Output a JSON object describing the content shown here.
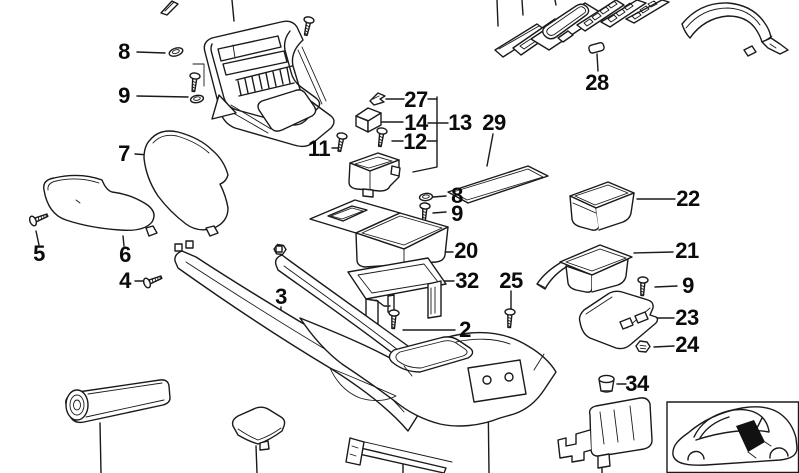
{
  "diagram": {
    "colors": {
      "ink": "#1a1a1a",
      "paper": "#ffffff"
    },
    "labels": [
      {
        "text": "8"
      },
      {
        "text": "9"
      },
      {
        "text": "7"
      },
      {
        "text": "5"
      },
      {
        "text": "6"
      },
      {
        "text": "4"
      },
      {
        "text": "11"
      },
      {
        "text": "27"
      },
      {
        "text": "14"
      },
      {
        "text": "13"
      },
      {
        "text": "29"
      },
      {
        "text": "12"
      },
      {
        "text": "8"
      },
      {
        "text": "9"
      },
      {
        "text": "20"
      },
      {
        "text": "32"
      },
      {
        "text": "2"
      },
      {
        "text": "3"
      },
      {
        "text": "28"
      },
      {
        "text": "22"
      },
      {
        "text": "21"
      },
      {
        "text": "9"
      },
      {
        "text": "23"
      },
      {
        "text": "24"
      },
      {
        "text": "25"
      },
      {
        "text": "34"
      }
    ]
  }
}
